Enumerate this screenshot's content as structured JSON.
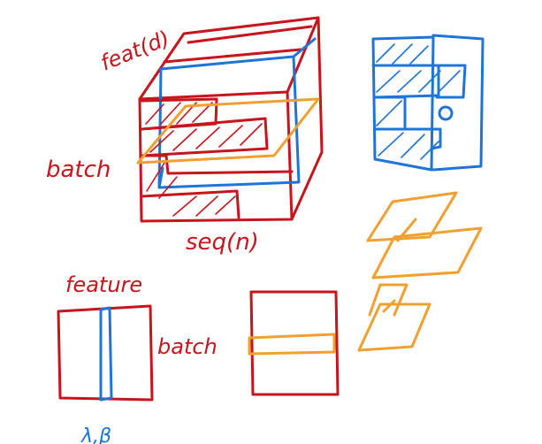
{
  "labels": {
    "feat_d": "feat(d)",
    "batch_cube": "batch",
    "seq_n": "seq(n)",
    "feature": "feature",
    "batch_norm": "batch",
    "lambda_beta": "λ,β"
  },
  "colors": {
    "red": "#c8141c",
    "blue": "#1f74d8",
    "orange": "#f0a030",
    "background": "#ffffff"
  }
}
